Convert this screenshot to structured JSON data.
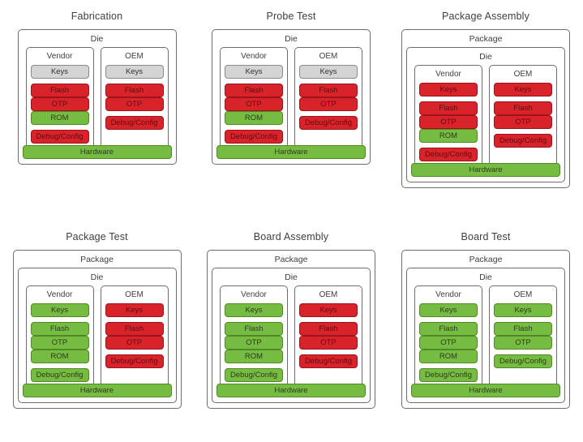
{
  "diagram": {
    "title_row_labels": [
      "Fabrication",
      "Probe Test",
      "Package Assembly",
      "Package Test",
      "Board Assembly",
      "Board Test"
    ],
    "labels": {
      "package": "Package",
      "die": "Die",
      "vendor": "Vendor",
      "oem": "OEM",
      "keys": "Keys",
      "flash": "Flash",
      "otp": "OTP",
      "rom": "ROM",
      "debug_config": "Debug/Config",
      "hardware": "Hardware"
    },
    "colors": {
      "red": "#d8232a",
      "green": "#76bc43",
      "gray": "#d4d4d4",
      "border": "#6e6e6e",
      "text": "#3f3f3f"
    },
    "panels": [
      {
        "title": "Fabrication",
        "has_package": false,
        "vendor": {
          "label": "Vendor",
          "keys": {
            "label": "Keys",
            "state": "gray"
          },
          "memory": [
            {
              "label": "Flash",
              "state": "red"
            },
            {
              "label": "OTP",
              "state": "red"
            },
            {
              "label": "ROM",
              "state": "green"
            }
          ],
          "debug": {
            "label": "Debug/Config",
            "state": "red"
          }
        },
        "oem": {
          "label": "OEM",
          "keys": {
            "label": "Keys",
            "state": "gray"
          },
          "memory": [
            {
              "label": "Flash",
              "state": "red"
            },
            {
              "label": "OTP",
              "state": "red"
            }
          ],
          "debug": {
            "label": "Debug/Config",
            "state": "red"
          }
        },
        "hardware": {
          "label": "Hardware",
          "state": "green"
        }
      },
      {
        "title": "Probe Test",
        "has_package": false,
        "vendor": {
          "label": "Vendor",
          "keys": {
            "label": "Keys",
            "state": "gray"
          },
          "memory": [
            {
              "label": "Flash",
              "state": "red"
            },
            {
              "label": "OTP",
              "state": "red"
            },
            {
              "label": "ROM",
              "state": "green"
            }
          ],
          "debug": {
            "label": "Debug/Config",
            "state": "red"
          }
        },
        "oem": {
          "label": "OEM",
          "keys": {
            "label": "Keys",
            "state": "gray"
          },
          "memory": [
            {
              "label": "Flash",
              "state": "red"
            },
            {
              "label": "OTP",
              "state": "red"
            }
          ],
          "debug": {
            "label": "Debug/Config",
            "state": "red"
          }
        },
        "hardware": {
          "label": "Hardware",
          "state": "green"
        }
      },
      {
        "title": "Package Assembly",
        "has_package": true,
        "vendor": {
          "label": "Vendor",
          "keys": {
            "label": "Keys",
            "state": "red"
          },
          "memory": [
            {
              "label": "Flash",
              "state": "red"
            },
            {
              "label": "OTP",
              "state": "red"
            },
            {
              "label": "ROM",
              "state": "green"
            }
          ],
          "debug": {
            "label": "Debug/Config",
            "state": "red"
          }
        },
        "oem": {
          "label": "OEM",
          "keys": {
            "label": "Keys",
            "state": "red"
          },
          "memory": [
            {
              "label": "Flash",
              "state": "red"
            },
            {
              "label": "OTP",
              "state": "red"
            }
          ],
          "debug": {
            "label": "Debug/Config",
            "state": "red"
          }
        },
        "hardware": {
          "label": "Hardware",
          "state": "green"
        }
      },
      {
        "title": "Package Test",
        "has_package": true,
        "vendor": {
          "label": "Vendor",
          "keys": {
            "label": "Keys",
            "state": "green"
          },
          "memory": [
            {
              "label": "Flash",
              "state": "green"
            },
            {
              "label": "OTP",
              "state": "green"
            },
            {
              "label": "ROM",
              "state": "green"
            }
          ],
          "debug": {
            "label": "Debug/Config",
            "state": "green"
          }
        },
        "oem": {
          "label": "OEM",
          "keys": {
            "label": "Keys",
            "state": "red"
          },
          "memory": [
            {
              "label": "Flash",
              "state": "red"
            },
            {
              "label": "OTP",
              "state": "red"
            }
          ],
          "debug": {
            "label": "Debug/Config",
            "state": "red"
          }
        },
        "hardware": {
          "label": "Hardware",
          "state": "green"
        }
      },
      {
        "title": "Board Assembly",
        "has_package": true,
        "vendor": {
          "label": "Vendor",
          "keys": {
            "label": "Keys",
            "state": "green"
          },
          "memory": [
            {
              "label": "Flash",
              "state": "green"
            },
            {
              "label": "OTP",
              "state": "green"
            },
            {
              "label": "ROM",
              "state": "green"
            }
          ],
          "debug": {
            "label": "Debug/Config",
            "state": "green"
          }
        },
        "oem": {
          "label": "OEM",
          "keys": {
            "label": "Keys",
            "state": "red"
          },
          "memory": [
            {
              "label": "Flash",
              "state": "red"
            },
            {
              "label": "OTP",
              "state": "red"
            }
          ],
          "debug": {
            "label": "Debug/Config",
            "state": "red"
          }
        },
        "hardware": {
          "label": "Hardware",
          "state": "green"
        }
      },
      {
        "title": "Board Test",
        "has_package": true,
        "vendor": {
          "label": "Vendor",
          "keys": {
            "label": "Keys",
            "state": "green"
          },
          "memory": [
            {
              "label": "Flash",
              "state": "green"
            },
            {
              "label": "OTP",
              "state": "green"
            },
            {
              "label": "ROM",
              "state": "green"
            }
          ],
          "debug": {
            "label": "Debug/Config",
            "state": "green"
          }
        },
        "oem": {
          "label": "OEM",
          "keys": {
            "label": "Keys",
            "state": "green"
          },
          "memory": [
            {
              "label": "Flash",
              "state": "green"
            },
            {
              "label": "OTP",
              "state": "green"
            }
          ],
          "debug": {
            "label": "Debug/Config",
            "state": "green"
          }
        },
        "hardware": {
          "label": "Hardware",
          "state": "green"
        }
      }
    ]
  }
}
